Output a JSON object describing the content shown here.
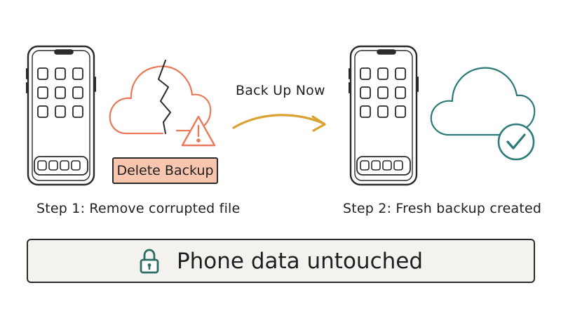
{
  "step1": {
    "caption": "Step 1: Remove corrupted file",
    "action_button": "Delete Backup"
  },
  "transition": {
    "label": "Back Up Now"
  },
  "step2": {
    "caption": "Step 2: Fresh backup created"
  },
  "footer": {
    "text": "Phone data untouched"
  },
  "icons": {
    "phone_left": "smartphone-icon",
    "cloud_corrupted": "broken-cloud-icon",
    "warning": "warning-triangle-icon",
    "arrow": "curved-arrow-icon",
    "phone_right": "smartphone-icon",
    "cloud_ok": "cloud-icon",
    "check": "checkmark-circle-icon",
    "lock": "padlock-icon"
  },
  "colors": {
    "error": "#e8795a",
    "arrow": "#d9a233",
    "success": "#2b7a78",
    "button_fill": "#f8c5ae",
    "banner_fill": "#f3f2ee"
  }
}
